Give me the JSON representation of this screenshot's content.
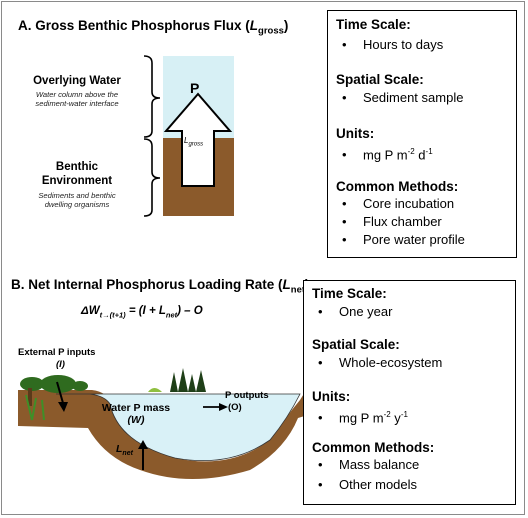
{
  "sectionA": {
    "title_main": "A. Gross Benthic Phosphorus Flux (",
    "title_L": "L",
    "title_sub": "gross",
    "title_end": ")",
    "overlying_label": "Overlying Water",
    "overlying_desc_1": "Water column above the",
    "overlying_desc_2": "sediment-water interface",
    "benthic_label_1": "Benthic",
    "benthic_label_2": "Environment",
    "benthic_desc_1": "Sediments and benthic",
    "benthic_desc_2": "dwelling organisms",
    "arrow_label": "P",
    "lgross_L": "L",
    "lgross_sub": "gross"
  },
  "panelA": {
    "time_heading": "Time Scale:",
    "time_value": "Hours to days",
    "spatial_heading": "Spatial Scale:",
    "spatial_value": "Sediment sample",
    "units_heading": "Units:",
    "units_base": "mg P m",
    "units_exp1": "-2",
    "units_mid": " d",
    "units_exp2": "-1",
    "methods_heading": "Common Methods:",
    "methods": [
      "Core incubation",
      "Flux chamber",
      "Pore water profile"
    ],
    "bullet": "•"
  },
  "sectionB": {
    "title_main": "B. Net Internal Phosphorus Loading Rate (",
    "title_L": "L",
    "title_sub": "net",
    "title_end": ")",
    "eq_delta": "ΔW",
    "eq_sub": "t→(t+1)",
    "eq_rest_1": " = (I + ",
    "eq_L": "L",
    "eq_Lsub": "net",
    "eq_rest_2": ") – O",
    "external_label": "External P inputs",
    "external_symbol": "(I)",
    "water_mass_label": "Water P mass",
    "water_mass_symbol": "(W)",
    "outputs_label": "P outputs",
    "outputs_symbol": "(O)",
    "lnet_L": "L",
    "lnet_sub": "net"
  },
  "panelB": {
    "time_heading": "Time Scale:",
    "time_value": "One year",
    "spatial_heading": "Spatial Scale:",
    "spatial_value": "Whole-ecosystem",
    "units_heading": "Units:",
    "units_base": "mg P m",
    "units_exp1": "-2",
    "units_mid": " y",
    "units_exp2": "-1",
    "methods_heading": "Common Methods:",
    "methods": [
      "Mass balance",
      "Other models"
    ],
    "bullet": "•"
  },
  "colors": {
    "water": "#d7f0f5",
    "sediment": "#8b5a2b",
    "lake_water": "#d9f1f7",
    "vegetation": "#2f6b1f",
    "border": "#000000"
  }
}
